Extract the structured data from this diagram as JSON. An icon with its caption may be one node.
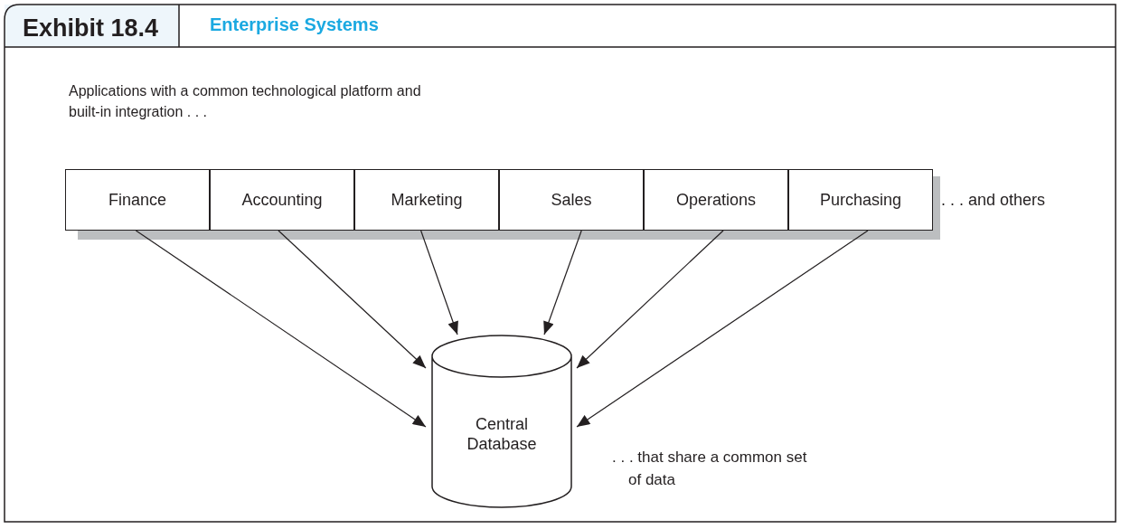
{
  "diagram": {
    "title": "Enterprise Systems",
    "nodes": [
      {
        "text": [
          "Finance"
        ]
      },
      {
        "text": [
          "Accounting"
        ]
      },
      {
        "text": [
          "Marketing"
        ]
      },
      {
        "text": [
          "Sales"
        ]
      },
      {
        "text": [
          "Operations"
        ]
      },
      {
        "text": [
          "Purchasing"
        ]
      },
      {
        "text": [
          "Central Database"
        ]
      }
    ],
    "edges": [
      {
        "from": 0,
        "to": 6,
        "arrow": "to"
      },
      {
        "from": 1,
        "to": 6,
        "arrow": "to"
      },
      {
        "from": 2,
        "to": 6,
        "arrow": "to"
      },
      {
        "from": 3,
        "to": 6,
        "arrow": "to"
      },
      {
        "from": 4,
        "to": 6,
        "arrow": "to"
      },
      {
        "from": 5,
        "to": 6,
        "arrow": "to"
      }
    ],
    "labels": [
      "Exhibit 18.4",
      "Applications with a common technological platform and built-in integration . . .",
      ". . . and others",
      ". . . that share a common set of data"
    ]
  }
}
